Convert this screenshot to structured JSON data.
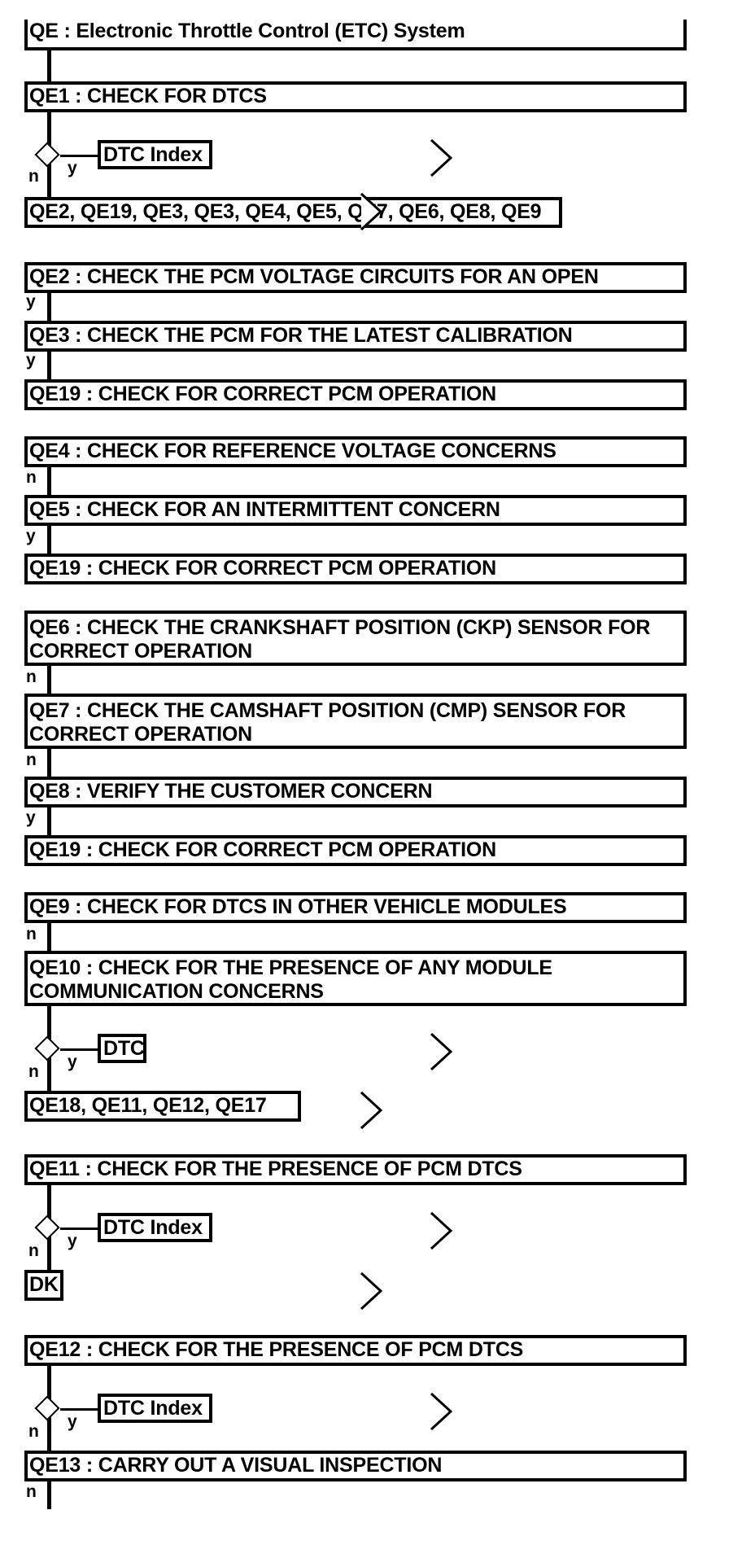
{
  "title": "QE : Electronic Throttle Control (ETC) System",
  "qe1": {
    "heading": "QE1 : CHECK FOR DTCS",
    "branch_yes": "DTC Index",
    "next_steps": "QE2, QE19, QE3, QE3, QE4, QE5, QE7, QE6, QE8, QE9"
  },
  "qe2": {
    "heading": "QE2 : CHECK THE PCM VOLTAGE CIRCUITS FOR AN OPEN"
  },
  "qe3": {
    "heading": "QE3 : CHECK THE PCM FOR THE LATEST CALIBRATION"
  },
  "qe19a": {
    "heading": "QE19 : CHECK FOR CORRECT PCM OPERATION"
  },
  "qe4": {
    "heading": "QE4 : CHECK FOR REFERENCE VOLTAGE CONCERNS"
  },
  "qe5": {
    "heading": "QE5 : CHECK FOR AN INTERMITTENT CONCERN"
  },
  "qe19b": {
    "heading": "QE19 : CHECK FOR CORRECT PCM OPERATION"
  },
  "qe6": {
    "heading": "QE6 : CHECK THE CRANKSHAFT POSITION (CKP) SENSOR FOR CORRECT OPERATION"
  },
  "qe7": {
    "heading": "QE7 : CHECK THE CAMSHAFT POSITION (CMP) SENSOR FOR CORRECT OPERATION"
  },
  "qe8": {
    "heading": "QE8 : VERIFY THE CUSTOMER CONCERN"
  },
  "qe19c": {
    "heading": "QE19 : CHECK FOR CORRECT PCM OPERATION"
  },
  "qe9": {
    "heading": "QE9 : CHECK FOR DTCS IN OTHER VEHICLE MODULES"
  },
  "qe10": {
    "heading": "QE10 : CHECK FOR THE PRESENCE OF ANY MODULE COMMUNICATION CONCERNS",
    "branch_yes": "DTC",
    "next_steps": "QE18, QE11, QE12, QE17"
  },
  "qe11": {
    "heading": "QE11 : CHECK FOR THE PRESENCE OF PCM DTCS",
    "branch_yes": "DTC Index",
    "next_steps": "DK"
  },
  "qe12": {
    "heading": "QE12 : CHECK FOR THE PRESENCE OF PCM DTCS",
    "branch_yes": "DTC Index"
  },
  "qe13": {
    "heading": "QE13 : CARRY OUT A VISUAL INSPECTION"
  },
  "labels": {
    "yes": "y",
    "no": "n"
  }
}
